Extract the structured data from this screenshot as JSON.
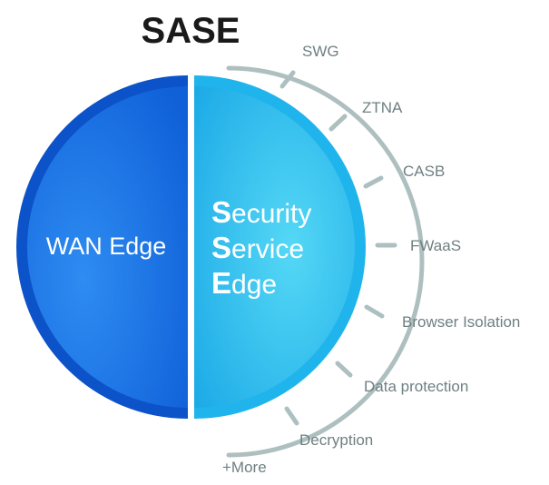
{
  "title": "SASE",
  "left_half": {
    "label": "WAN Edge",
    "color": "#1976e8"
  },
  "right_half": {
    "lines": [
      {
        "initial": "S",
        "rest": "ecurity"
      },
      {
        "initial": "S",
        "rest": "ervice"
      },
      {
        "initial": "E",
        "rest": "dge"
      }
    ],
    "color": "#2cc6f0"
  },
  "capabilities": [
    "SWG",
    "ZTNA",
    "CASB",
    "FWaaS",
    "Browser Isolation",
    "Data protection",
    "Decryption",
    "+More"
  ],
  "arc_color": "#aebfbf"
}
